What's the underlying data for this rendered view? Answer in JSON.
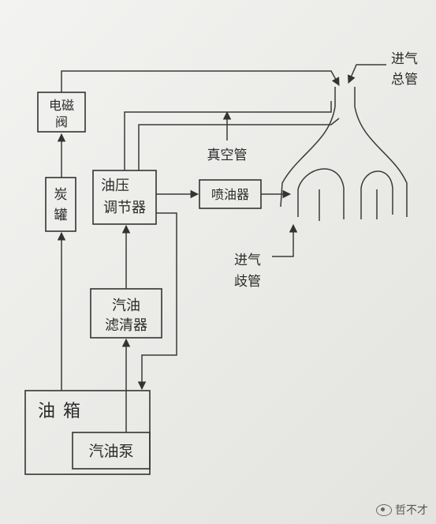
{
  "components": {
    "solenoid_valve": {
      "lines": [
        "电磁",
        "阀"
      ]
    },
    "canister": {
      "lines": [
        "炭",
        "罐"
      ]
    },
    "pressure_regulator": {
      "lines": [
        "油压",
        "调节器"
      ]
    },
    "injector": {
      "label": "喷油器"
    },
    "fuel_filter": {
      "lines": [
        "汽油",
        "滤清器"
      ]
    },
    "fuel_tank": {
      "label": "油箱"
    },
    "fuel_pump": {
      "label": "汽油泵"
    }
  },
  "annotations": {
    "vacuum_tube": "真空管",
    "intake_main": {
      "lines": [
        "进气",
        "总管"
      ]
    },
    "intake_branch": {
      "lines": [
        "进气",
        "歧管"
      ]
    }
  },
  "watermark": {
    "text": "哲不才",
    "icon": "weibo-eye-icon"
  }
}
